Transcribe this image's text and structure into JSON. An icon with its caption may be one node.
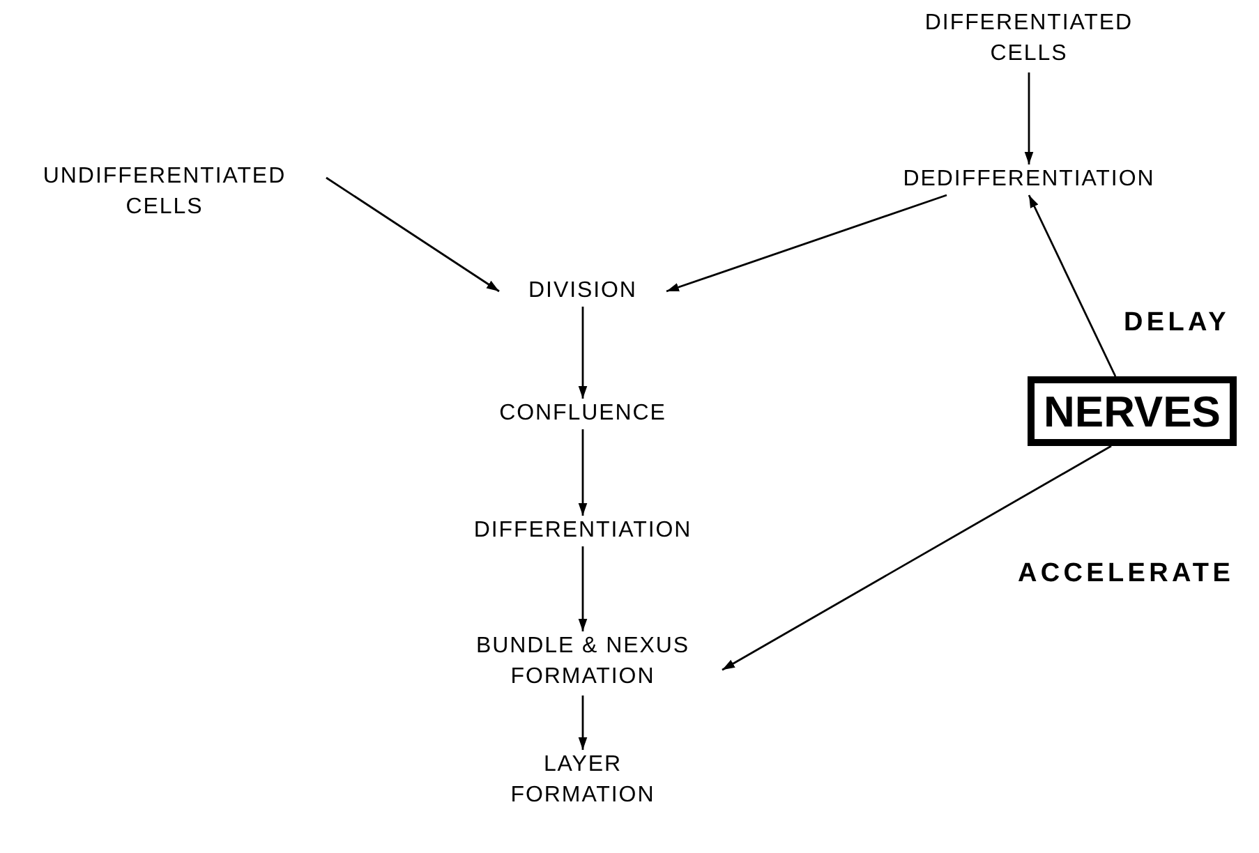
{
  "diagram": {
    "nodes": [
      {
        "text": [
          "UNDIFFERENTIATED CELLS"
        ]
      },
      {
        "text": [
          "DIFFERENTIATED CELLS"
        ]
      },
      {
        "text": [
          "DEDIFFERENTIATION"
        ]
      },
      {
        "text": [
          "DIVISION"
        ]
      },
      {
        "text": [
          "CONFLUENCE"
        ]
      },
      {
        "text": [
          "DIFFERENTIATION"
        ]
      },
      {
        "text": [
          "BUNDLE & NEXUS FORMATION"
        ]
      },
      {
        "text": [
          "LAYER FORMATION"
        ]
      },
      {
        "text": [
          "NERVES"
        ]
      }
    ],
    "edges": [
      {
        "from": 0,
        "to": 3,
        "arrow": "to"
      },
      {
        "from": 1,
        "to": 2,
        "arrow": "to"
      },
      {
        "from": 2,
        "to": 3,
        "arrow": "to"
      },
      {
        "from": 3,
        "to": 4,
        "arrow": "to"
      },
      {
        "from": 4,
        "to": 5,
        "arrow": "to"
      },
      {
        "from": 5,
        "to": 6,
        "arrow": "to"
      },
      {
        "from": 6,
        "to": 7,
        "arrow": "to"
      },
      {
        "from": 8,
        "to": 2,
        "label": "DELAY",
        "arrow": "to"
      },
      {
        "from": 8,
        "to": 6,
        "label": "ACCELERATE",
        "arrow": "to"
      }
    ]
  }
}
